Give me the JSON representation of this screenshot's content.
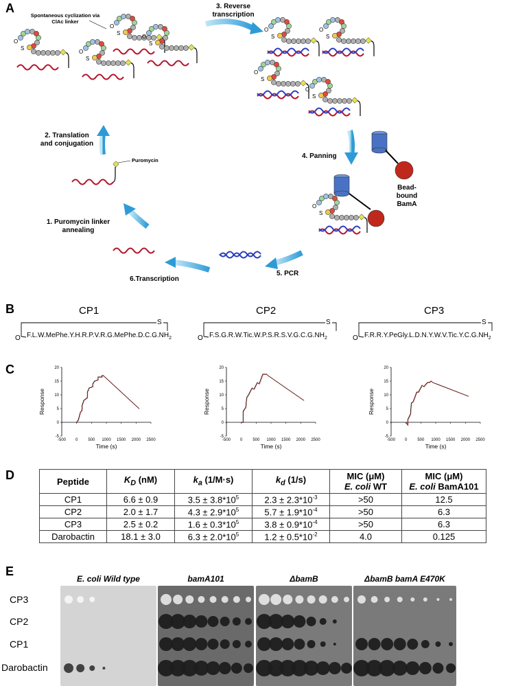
{
  "panels": {
    "a": "A",
    "b": "B",
    "c": "C",
    "d": "D",
    "e": "E"
  },
  "panel_a": {
    "cyclization_label": "Spontaneous cyclization via ClAc linker",
    "step1": "1. Puromycin linker annealing",
    "step2": "2. Translation and conjugation",
    "step3": "3. Reverse transcription",
    "step4": "4. Panning",
    "step5": "5. PCR",
    "step6": "6.Transcription",
    "puromycin": "Puromycin",
    "bead": "Bead-bound BamA",
    "o_letter": "O",
    "s_letter": "S"
  },
  "panel_b": {
    "peptides": [
      {
        "name": "CP1",
        "sequence": "F.L.W.MePhe.Y.H.R.P.V.R.G.MePhe.D.C.G.NH",
        "sub": "2"
      },
      {
        "name": "CP2",
        "sequence": "F.S.G.R.W.Tic.W.P.S.R.S.V.G.C.G.NH",
        "sub": "2"
      },
      {
        "name": "CP3",
        "sequence": "F.R.R.Y.PeGly.L.D.N.Y.W.V.Tic.Y.C.G.NH",
        "sub": "2"
      }
    ],
    "o_letter": "O",
    "s_letter": "S"
  },
  "chart_data": [
    {
      "type": "line",
      "title": "",
      "xlabel": "Time (s)",
      "ylabel": "Response",
      "xlim": [
        -500,
        2500
      ],
      "ylim": [
        -5,
        20
      ],
      "xticks": [
        "-500",
        "0",
        "500",
        "1000",
        "1500",
        "2000",
        "2500"
      ],
      "yticks": [
        "-5",
        "0",
        "5",
        "10",
        "15",
        "20"
      ],
      "series": [
        {
          "x": [
            0,
            60,
            60,
            120,
            180,
            180,
            240,
            360,
            360,
            420,
            540,
            540,
            600,
            720,
            720,
            780,
            850,
            850,
            900,
            2100
          ],
          "y": [
            0,
            1,
            1,
            3.5,
            4.5,
            6,
            8,
            9,
            11,
            12.5,
            13,
            14,
            15,
            15.5,
            16.5,
            16.5,
            16.5,
            17,
            17,
            5
          ]
        }
      ]
    },
    {
      "type": "line",
      "title": "",
      "xlabel": "Time (s)",
      "ylabel": "Response",
      "xlim": [
        -500,
        2500
      ],
      "ylim": [
        -5,
        20
      ],
      "xticks": [
        "-500",
        "0",
        "500",
        "1000",
        "1500",
        "2000",
        "2500"
      ],
      "yticks": [
        "-5",
        "0",
        "5",
        "10",
        "15",
        "20"
      ],
      "series": [
        {
          "x": [
            0,
            60,
            60,
            150,
            180,
            240,
            360,
            420,
            540,
            600,
            720,
            780,
            850,
            900,
            2100
          ],
          "y": [
            0,
            0,
            4,
            5.5,
            9,
            10,
            12.5,
            12,
            14.5,
            14,
            17.5,
            17.5,
            17.5,
            17,
            8
          ]
        }
      ]
    },
    {
      "type": "line",
      "title": "",
      "xlabel": "Time (s)",
      "ylabel": "Response",
      "xlim": [
        -500,
        2500
      ],
      "ylim": [
        -5,
        20
      ],
      "xticks": [
        "-500",
        "0",
        "500",
        "1000",
        "1500",
        "2000",
        "2500"
      ],
      "yticks": [
        "-5",
        "0",
        "5",
        "10",
        "15",
        "20"
      ],
      "series": [
        {
          "x": [
            0,
            60,
            60,
            150,
            180,
            240,
            360,
            420,
            540,
            600,
            720,
            780,
            850,
            900,
            2100
          ],
          "y": [
            0,
            -1,
            1,
            3,
            7,
            7.5,
            11,
            11,
            13.5,
            13,
            14.5,
            14.5,
            15,
            14.5,
            9.5
          ]
        }
      ]
    }
  ],
  "panel_d": {
    "headers": [
      "Peptide",
      "K_D (nM)",
      "k_a (1/M·s)",
      "k_d (1/s)",
      "MIC (μM)",
      "MIC (μM)"
    ],
    "header_kd_main": "K",
    "header_kd_sub": "D",
    "header_kd_unit": " (nM)",
    "header_ka_main": "k",
    "header_ka_sub": "a",
    "header_ka_unit": " (1/M·s)",
    "header_kdd_main": "k",
    "header_kdd_sub": "d",
    "header_kdd_unit": " (1/s)",
    "header_mic": "MIC (μM)",
    "header_mic_wt_species": "E. coli",
    "header_mic_wt": " WT",
    "header_mic_b_species": "E. coli",
    "header_mic_b": " BamA101",
    "rows": [
      {
        "peptide": "CP1",
        "kd": "6.6 ± 0.9",
        "ka": "3.5 ± 3.8*10",
        "ka_exp": "5",
        "kdd": "2.3 ± 2.3*10",
        "kdd_exp": "-3",
        "mic_wt": ">50",
        "mic_b": "12.5"
      },
      {
        "peptide": "CP2",
        "kd": "2.0 ± 1.7",
        "ka": "4.3 ± 2.9*10",
        "ka_exp": "5",
        "kdd": "5.7 ± 1.9*10",
        "kdd_exp": "-4",
        "mic_wt": ">50",
        "mic_b": "6.3"
      },
      {
        "peptide": "CP3",
        "kd": "2.5 ± 0.2",
        "ka": "1.6 ± 0.3*10",
        "ka_exp": "5",
        "kdd": "3.8 ± 0.9*10",
        "kdd_exp": "-4",
        "mic_wt": ">50",
        "mic_b": "6.3"
      },
      {
        "peptide": "Darobactin",
        "kd": "18.1 ± 3.0",
        "ka": "6.3 ± 2.0*10",
        "ka_exp": "5",
        "kdd": "1.2 ± 0.5*10",
        "kdd_exp": "-2",
        "mic_wt": "4.0",
        "mic_b": "0.125"
      }
    ]
  },
  "panel_e": {
    "plates": [
      {
        "title_italic": "E. coli",
        "title_rest": " Wild type"
      },
      {
        "title_italic": "bamA101",
        "title_rest": ""
      },
      {
        "title_italic": "",
        "title_rest": "ΔbamB"
      },
      {
        "title_italic": "",
        "title_rest": "ΔbamB bamA E470K"
      }
    ],
    "rows": [
      "CP3",
      "CP2",
      "CP1",
      "Darobactin"
    ]
  },
  "colors": {
    "rna": "#b5162d",
    "dna": "#2b3fbf",
    "arrow": "#3fa9dd",
    "bead": "#c0281b",
    "barrel": "#4a72c4",
    "bead_fit": "#d9261c"
  }
}
